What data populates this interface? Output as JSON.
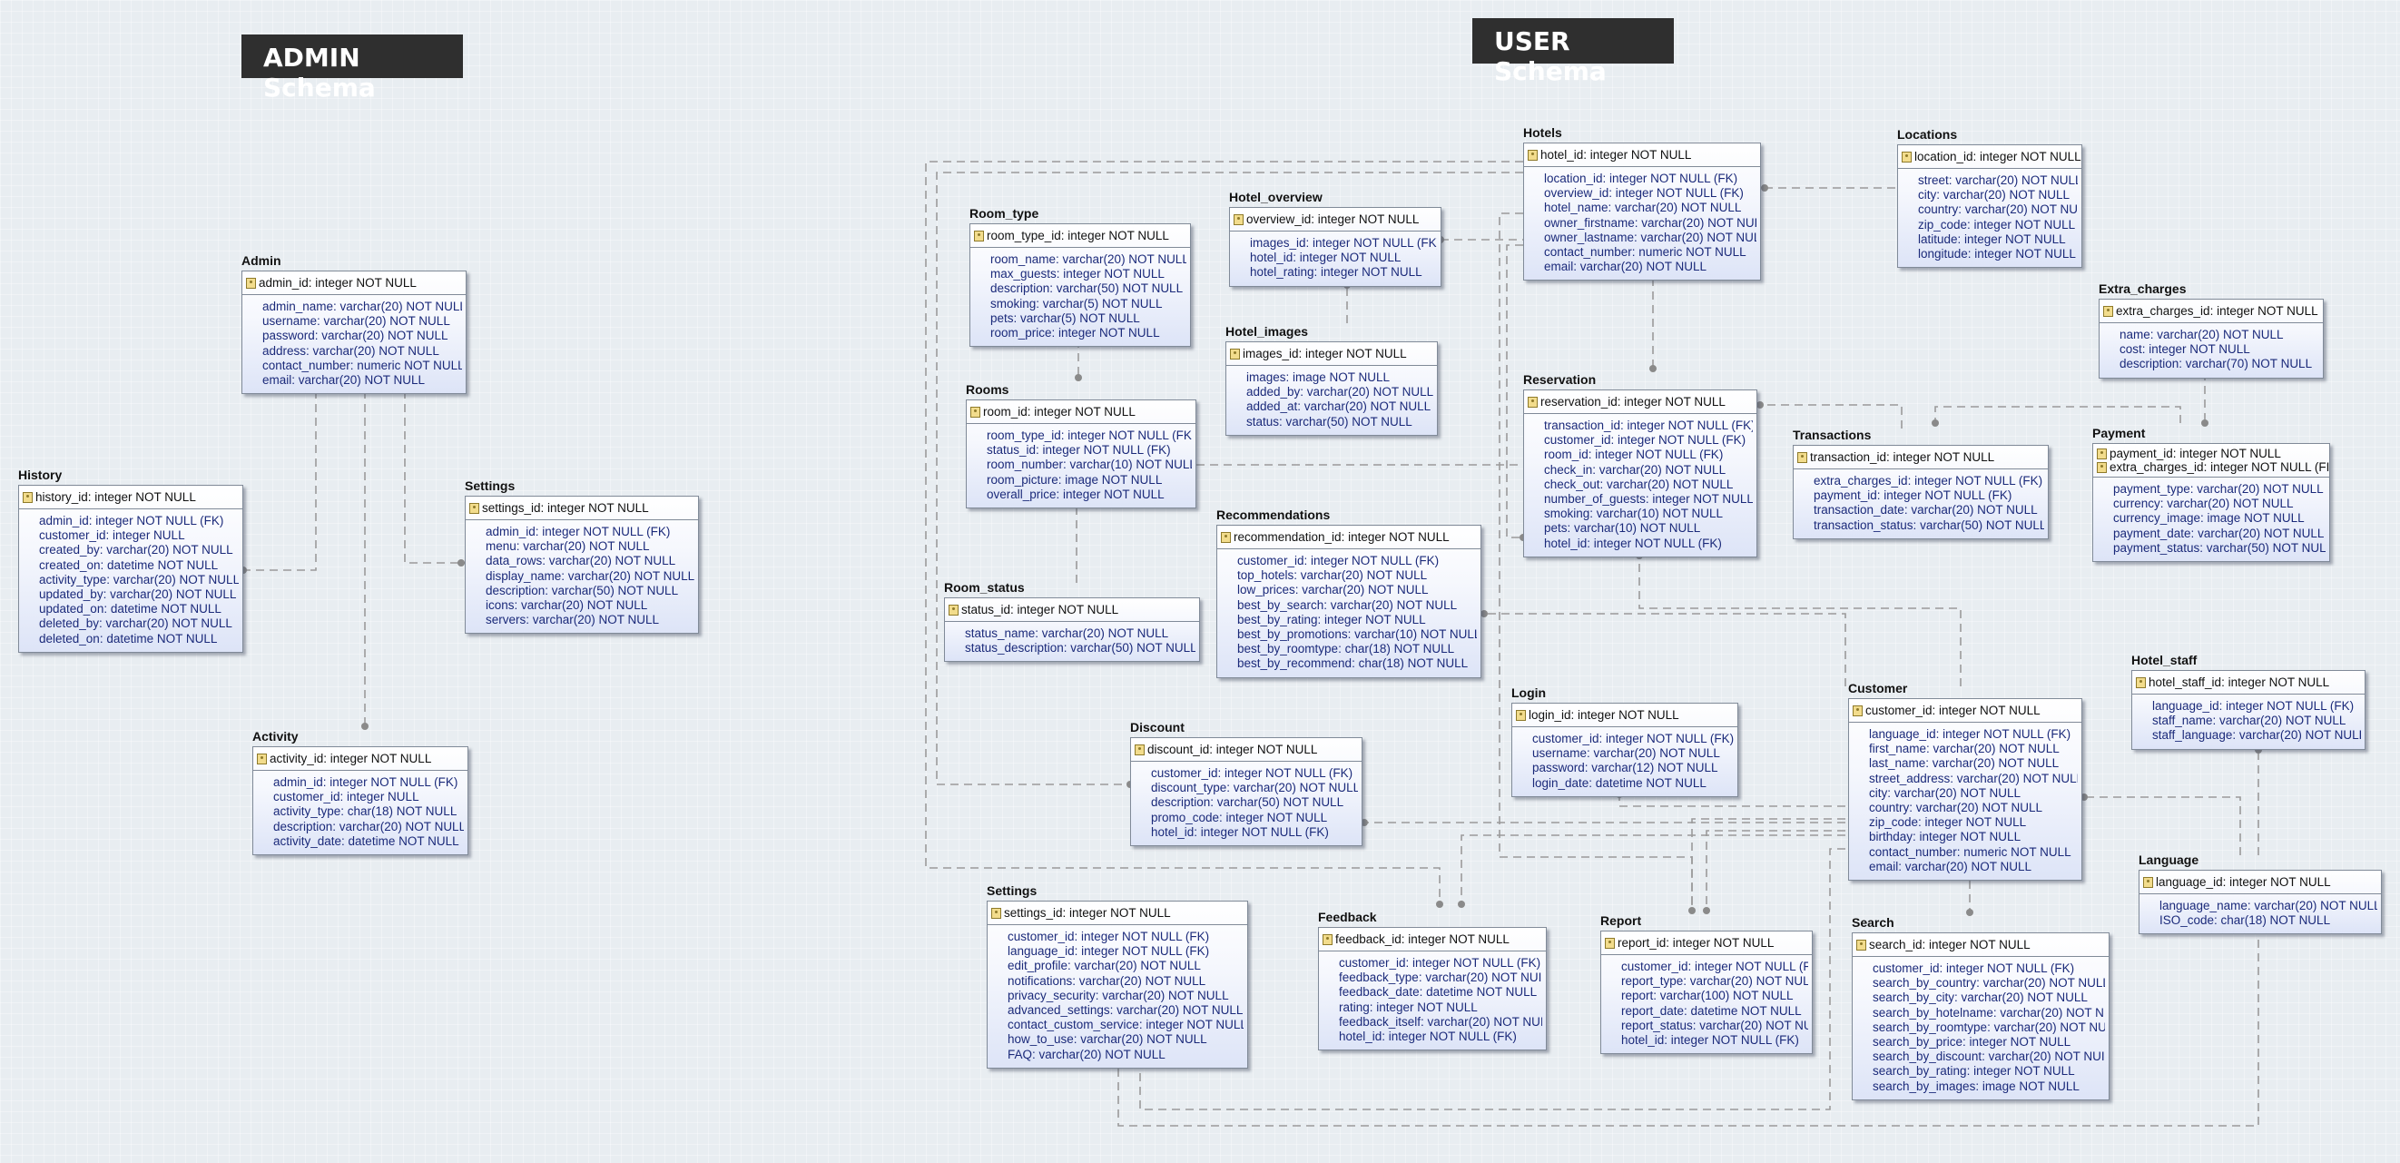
{
  "schemas": {
    "admin_label": "ADMIN Schema",
    "user_label": "USER Schema"
  },
  "entities": [
    {
      "name": "Admin",
      "pk": "admin_id: integer NOT NULL",
      "columns": [
        "admin_name: varchar(20) NOT NULL",
        "username: varchar(20) NOT NULL",
        "password: varchar(20) NOT NULL",
        "address: varchar(20) NOT NULL",
        "contact_number: numeric NOT NULL",
        "email: varchar(20) NOT NULL"
      ]
    },
    {
      "name": "History",
      "pk": "history_id: integer NOT NULL",
      "columns": [
        "admin_id: integer NOT NULL (FK)",
        "customer_id: integer NULL",
        "created_by: varchar(20) NOT NULL",
        "created_on: datetime NOT NULL",
        "activity_type: varchar(20) NOT NULL",
        "updated_by: varchar(20) NOT NULL",
        "updated_on: datetime NOT NULL",
        "deleted_by: varchar(20) NOT NULL",
        "deleted_on: datetime NOT NULL"
      ]
    },
    {
      "name": "Settings",
      "pk": "settings_id: integer NOT NULL",
      "columns": [
        "admin_id: integer NOT NULL (FK)",
        "menu: varchar(20) NOT NULL",
        "data_rows: varchar(20) NOT NULL",
        "display_name: varchar(20) NOT NULL",
        "description: varchar(50) NOT NULL",
        "icons: varchar(20) NOT NULL",
        "servers: varchar(20) NOT NULL"
      ]
    },
    {
      "name": "Activity",
      "pk": "activity_id: integer NOT NULL",
      "columns": [
        "admin_id: integer NOT NULL (FK)",
        "customer_id: integer NULL",
        "activity_type: char(18) NOT NULL",
        "description: varchar(20) NOT NULL",
        "activity_date: datetime NOT NULL"
      ]
    },
    {
      "name": "Room_type",
      "pk": "room_type_id: integer NOT NULL",
      "columns": [
        "room_name: varchar(20) NOT NULL",
        "max_guests: integer NOT NULL",
        "description: varchar(50) NOT NULL",
        "smoking: varchar(5) NOT NULL",
        "pets: varchar(5) NOT NULL",
        "room_price: integer NOT NULL"
      ]
    },
    {
      "name": "Rooms",
      "pk": "room_id: integer NOT NULL",
      "columns": [
        "room_type_id: integer NOT NULL (FK)",
        "status_id: integer NOT NULL (FK)",
        "room_number: varchar(10) NOT NULL",
        "room_picture: image NOT NULL",
        "overall_price: integer NOT NULL"
      ]
    },
    {
      "name": "Room_status",
      "pk": "status_id: integer NOT NULL",
      "columns": [
        "status_name: varchar(20) NOT NULL",
        "status_description: varchar(50) NOT NULL"
      ]
    },
    {
      "name": "Hotel_overview",
      "pk": "overview_id: integer NOT NULL",
      "columns": [
        "images_id: integer NOT NULL (FK)",
        "hotel_id: integer NOT NULL",
        "hotel_rating: integer NOT NULL"
      ]
    },
    {
      "name": "Hotel_images",
      "pk": "images_id: integer NOT NULL",
      "columns": [
        "images: image NOT NULL",
        "added_by: varchar(20) NOT NULL",
        "added_at: varchar(20) NOT NULL",
        "status: varchar(50) NOT NULL"
      ]
    },
    {
      "name": "Recommendations",
      "pk": "recommendation_id: integer NOT NULL",
      "columns": [
        "customer_id: integer NOT NULL (FK)",
        "top_hotels: varchar(20) NOT NULL",
        "low_prices: varchar(20) NOT NULL",
        "best_by_search: varchar(20) NOT NULL",
        "best_by_rating: integer NOT NULL",
        "best_by_promotions: varchar(10) NOT NULL",
        "best_by_roomtype: char(18) NOT NULL",
        "best_by_recommend: char(18) NOT NULL"
      ]
    },
    {
      "name": "Discount",
      "pk": "discount_id: integer NOT NULL",
      "columns": [
        "customer_id: integer NOT NULL (FK)",
        "discount_type: varchar(20) NOT NULL",
        "description: varchar(50) NOT NULL",
        "promo_code: integer NOT NULL",
        "hotel_id: integer NOT NULL (FK)"
      ]
    },
    {
      "name": "Settings",
      "pk": "settings_id: integer NOT NULL",
      "columns": [
        "customer_id: integer NOT NULL (FK)",
        "language_id: integer NOT NULL (FK)",
        "edit_profile: varchar(20) NOT NULL",
        "notifications: varchar(20) NOT NULL",
        "privacy_security: varchar(20) NOT NULL",
        "advanced_settings: varchar(20) NOT NULL",
        "contact_custom_service: integer NOT NULL",
        "how_to_use: varchar(20) NOT NULL",
        "FAQ: varchar(20) NOT NULL"
      ]
    },
    {
      "name": "Feedback",
      "pk": "feedback_id: integer NOT NULL",
      "columns": [
        "customer_id: integer NOT NULL (FK)",
        "feedback_type: varchar(20) NOT NUI",
        "feedback_date: datetime NOT NULL",
        "rating: integer NOT NULL",
        "feedback_itself: varchar(20) NOT NUI",
        "hotel_id: integer NOT NULL (FK)"
      ]
    },
    {
      "name": "Hotels",
      "pk": "hotel_id: integer NOT NULL",
      "columns": [
        "location_id: integer NOT NULL (FK)",
        "overview_id: integer NOT NULL (FK)",
        "hotel_name: varchar(20) NOT NULL",
        "owner_firstname: varchar(20) NOT NUL",
        "owner_lastname: varchar(20) NOT NUL",
        "contact_number: numeric NOT NULL",
        "email: varchar(20) NOT NULL"
      ]
    },
    {
      "name": "Reservation",
      "pk": "reservation_id: integer NOT NULL",
      "columns": [
        "transaction_id: integer NOT NULL (FK)",
        "customer_id: integer NOT NULL (FK)",
        "room_id: integer NOT NULL (FK)",
        "check_in: varchar(20) NOT NULL",
        "check_out: varchar(20) NOT NULL",
        "number_of_guests: integer NOT NULL",
        "smoking: varchar(10) NOT NULL",
        "pets: varchar(10) NOT NULL",
        "hotel_id: integer NOT NULL (FK)"
      ]
    },
    {
      "name": "Login",
      "pk": "login_id: integer NOT NULL",
      "columns": [
        "customer_id: integer NOT NULL (FK)",
        "username: varchar(20) NOT NULL",
        "password: varchar(12) NOT NULL",
        "login_date: datetime NOT NULL"
      ]
    },
    {
      "name": "Report",
      "pk": "report_id: integer NOT NULL",
      "columns": [
        "customer_id: integer NOT NULL (FI",
        "report_type: varchar(20) NOT NULL",
        "report: varchar(100) NOT NULL",
        "report_date: datetime NOT NULL",
        "report_status: varchar(20) NOT NUI",
        "hotel_id: integer NOT NULL (FK)"
      ]
    },
    {
      "name": "Locations",
      "pk": "location_id: integer NOT NULL",
      "columns": [
        "street: varchar(20) NOT NULL",
        "city: varchar(20) NOT NULL",
        "country: varchar(20) NOT NUL",
        "zip_code: integer NOT NULL",
        "latitude: integer NOT NULL",
        "longitude: integer NOT NULL"
      ]
    },
    {
      "name": "Extra_charges",
      "pk": "extra_charges_id: integer NOT NULL",
      "columns": [
        "name: varchar(20) NOT NULL",
        "cost: integer NOT NULL",
        "description: varchar(70) NOT NULL"
      ]
    },
    {
      "name": "Transactions",
      "pk": "transaction_id: integer NOT NULL",
      "columns": [
        "extra_charges_id: integer NOT NULL (FK)",
        "payment_id: integer NOT NULL (FK)",
        "transaction_date: varchar(20) NOT NULL",
        "transaction_status: varchar(50) NOT NULL"
      ]
    },
    {
      "name": "Payment",
      "pk": "payment_id: integer NOT NULL",
      "pk2": "extra_charges_id: integer NOT NULL (FI",
      "columns": [
        "payment_type: varchar(20) NOT NULL",
        "currency: varchar(20) NOT NULL",
        "currency_image: image NOT NULL",
        "payment_date: varchar(20) NOT NULL",
        "payment_status: varchar(50) NOT NULL"
      ]
    },
    {
      "name": "Customer",
      "pk": "customer_id: integer NOT NULL",
      "columns": [
        "language_id: integer NOT NULL (FK)",
        "first_name: varchar(20) NOT NULL",
        "last_name: varchar(20) NOT NULL",
        "street_address: varchar(20) NOT NULL",
        "city: varchar(20) NOT NULL",
        "country: varchar(20) NOT NULL",
        "zip_code: integer NOT NULL",
        "birthday: integer NOT NULL",
        "contact_number: numeric NOT NULL",
        "email: varchar(20) NOT NULL"
      ]
    },
    {
      "name": "Hotel_staff",
      "pk": "hotel_staff_id: integer NOT NULL",
      "columns": [
        "language_id: integer NOT NULL (FK)",
        "staff_name: varchar(20) NOT NULL",
        "staff_language: varchar(20) NOT NULL"
      ]
    },
    {
      "name": "Language",
      "pk": "language_id: integer NOT NULL",
      "columns": [
        "language_name: varchar(20) NOT NULL",
        "ISO_code: char(18) NOT NULL"
      ]
    },
    {
      "name": "Search",
      "pk": "search_id: integer NOT NULL",
      "columns": [
        "customer_id: integer NOT NULL (FK)",
        "search_by_country: varchar(20) NOT NULL",
        "search_by_city: varchar(20) NOT NULL",
        "search_by_hotelname: varchar(20) NOT NI",
        "search_by_roomtype: varchar(20) NOT NUI",
        "search_by_price: integer NOT NULL",
        "search_by_discount: varchar(20) NOT NUI",
        "search_by_rating: integer NOT NULL",
        "search_by_images: image NOT NULL"
      ]
    }
  ]
}
